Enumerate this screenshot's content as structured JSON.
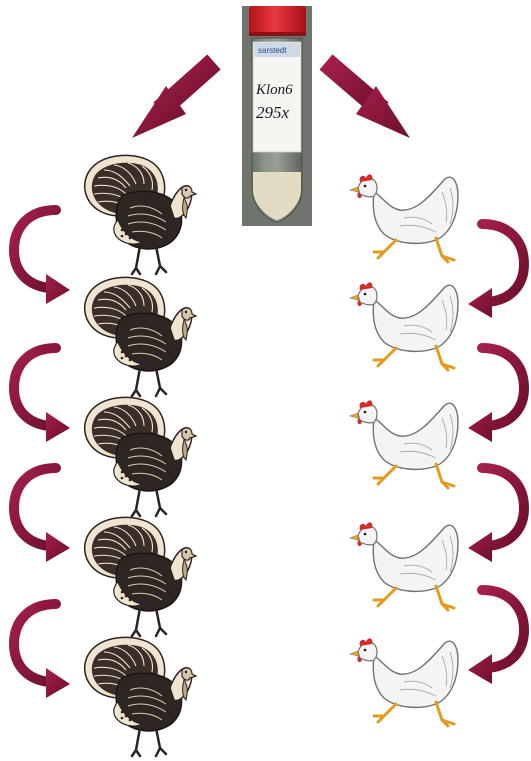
{
  "tube": {
    "brand_text": "sarstedt",
    "label_line1": "Klon6",
    "label_line2": "295x",
    "cap_color": "#d8232a",
    "culture_color": "#e3dcc2"
  },
  "arrows": {
    "color": "#8a1538"
  },
  "sequences": {
    "turkey": {
      "count": 5,
      "icon": "turkey-icon"
    },
    "chicken": {
      "count": 5,
      "icon": "chicken-icon"
    }
  }
}
